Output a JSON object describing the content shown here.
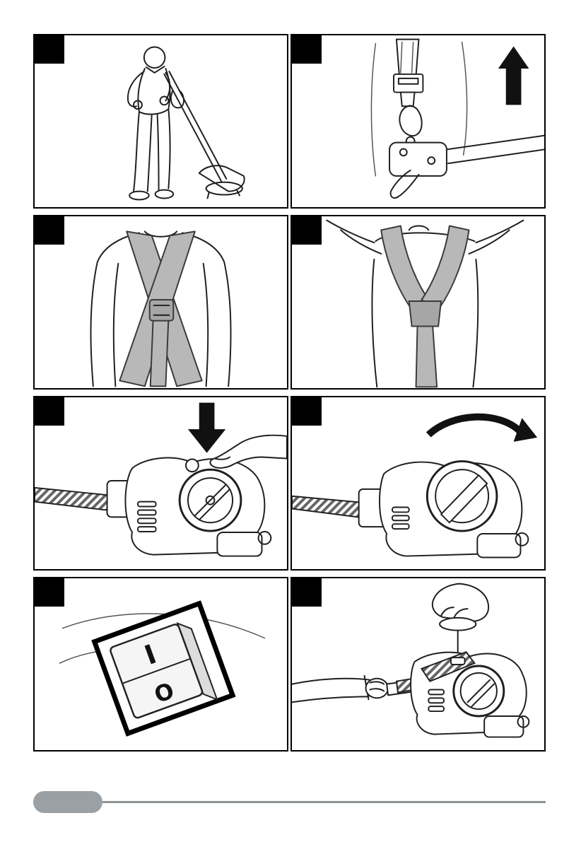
{
  "page": {
    "type": "instruction-manual-illustration-page",
    "background": "#ffffff"
  },
  "panels": [
    {
      "figure": "operator-using-line-trimmer"
    },
    {
      "figure": "harness-hook-attached-to-shaft-with-up-arrow"
    },
    {
      "figure": "double-shoulder-harness-front-view"
    },
    {
      "figure": "double-shoulder-harness-back-view"
    },
    {
      "figure": "pressing-primer-bulb-with-down-arrow"
    },
    {
      "figure": "rotating-choke-knob-with-curved-arrow"
    },
    {
      "figure": "on-off-rocker-switch"
    },
    {
      "figure": "pulling-starter-rope"
    }
  ],
  "power_switch": {
    "on_label": "I",
    "off_label": "O"
  },
  "colors": {
    "outline": "#1f1f1f",
    "badge": "#000000",
    "harness_fill": "#b8b8b8",
    "footer_pill": "#9aa0a4",
    "footer_line": "#8e9398"
  }
}
